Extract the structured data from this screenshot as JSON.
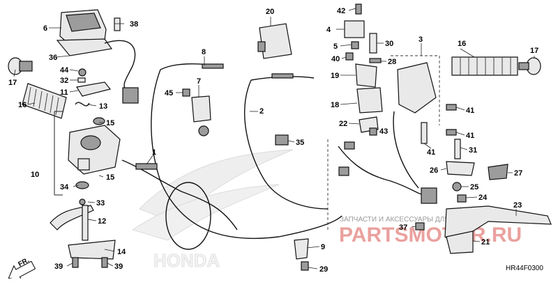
{
  "diagram_code": "HR44F0300",
  "direction_marker": "FR.",
  "brand_mark": "HONDA",
  "watermark": {
    "site": "PARTSMOTOR.RU",
    "tagline": "ЗАПЧАСТИ И АКСЕССУАРЫ ДЛЯ МОТОТЕХНИКИ"
  },
  "callouts": [
    "1",
    "2",
    "3",
    "4",
    "5",
    "6",
    "7",
    "8",
    "9",
    "10",
    "11",
    "12",
    "13",
    "14",
    "15",
    "15",
    "16",
    "16",
    "17",
    "17",
    "18",
    "19",
    "20",
    "21",
    "22",
    "23",
    "24",
    "25",
    "26",
    "27",
    "28",
    "29",
    "30",
    "31",
    "32",
    "33",
    "34",
    "35",
    "36",
    "37",
    "38",
    "39",
    "39",
    "40",
    "41",
    "41",
    "41",
    "41",
    "42",
    "43",
    "44",
    "45"
  ]
}
